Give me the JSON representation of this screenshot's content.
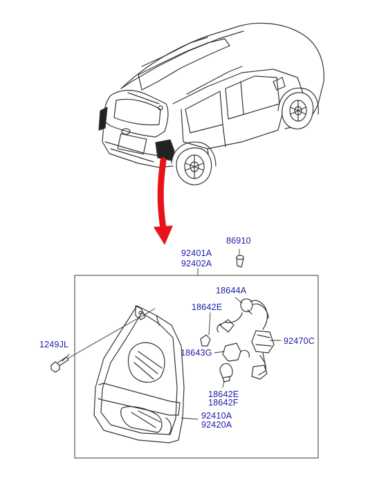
{
  "part_labels": {
    "bolt_86910": "86910",
    "lamp_assy_a": "92401A",
    "lamp_assy_b": "92402A",
    "bulb_18644a": "18644A",
    "bulb_18642e_top": "18642E",
    "harness_92470c": "92470C",
    "screw_1249jl": "1249JL",
    "bulb_18643g": "18643G",
    "bulb_18642e_bottom": "18642E",
    "bulb_18642f": "18642F",
    "lens_92410a": "92410A",
    "lens_92420a": "92420A"
  },
  "colors": {
    "label_text": "#1a1aa6",
    "line_art": "#333333",
    "pointer_arrow": "#e8121b"
  }
}
